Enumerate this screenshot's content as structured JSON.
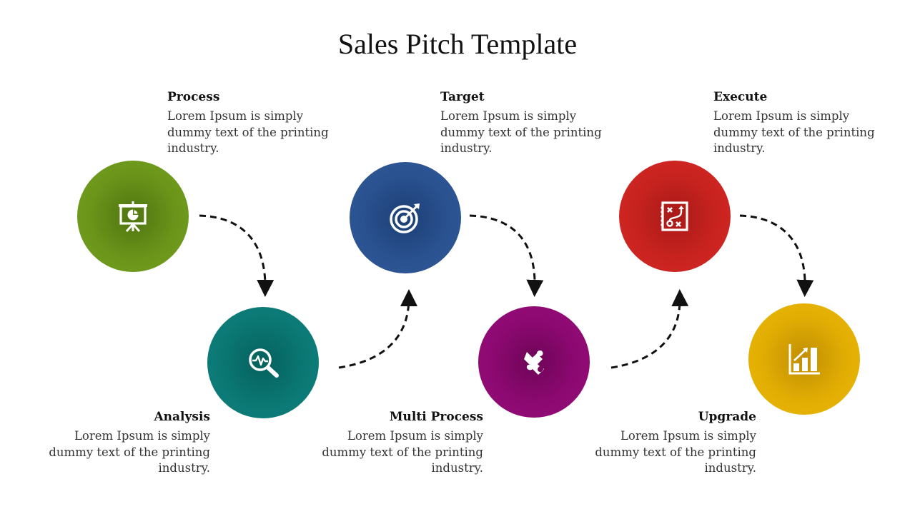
{
  "title": "Sales Pitch Template",
  "steps": [
    {
      "id": "process",
      "heading": "Process",
      "text": "Lorem Ipsum is simply dummy text of the printing industry.",
      "icon": "presentation-chart-icon",
      "color": "#6f9a1c",
      "dark": "#4f7410"
    },
    {
      "id": "analysis",
      "heading": "Analysis",
      "text": "Lorem Ipsum is simply dummy text of the printing industry.",
      "icon": "magnifier-pulse-icon",
      "color": "#0e7f7b",
      "dark": "#05605c"
    },
    {
      "id": "target",
      "heading": "Target",
      "text": "Lorem Ipsum is simply dummy text of the printing industry.",
      "icon": "target-arrow-icon",
      "color": "#2d5593",
      "dark": "#1c3e74"
    },
    {
      "id": "multi-process",
      "heading": "Multi Process",
      "text": "Lorem Ipsum is simply dummy text of the printing industry.",
      "icon": "puzzle-piece-icon",
      "color": "#950b78",
      "dark": "#6e0456"
    },
    {
      "id": "execute",
      "heading": "Execute",
      "text": "Lorem Ipsum is simply dummy text of the printing industry.",
      "icon": "strategy-board-icon",
      "color": "#d42a25",
      "dark": "#a81a18"
    },
    {
      "id": "upgrade",
      "heading": "Upgrade",
      "text": "Lorem Ipsum is simply dummy text of the printing industry.",
      "icon": "growth-bar-chart-icon",
      "color": "#eab404",
      "dark": "#c18f02"
    }
  ]
}
